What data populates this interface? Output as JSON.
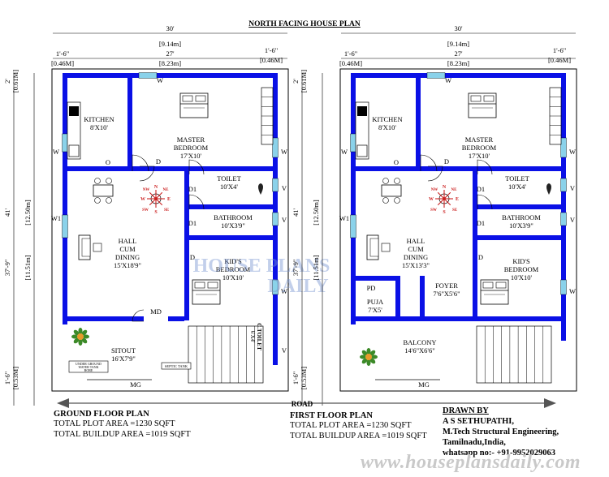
{
  "title": "NORTH FACING HOUSE PLAN",
  "road_label": "ROAD",
  "dimensions": {
    "total_width_ft": "30'",
    "total_width_m": "[9.14m]",
    "inner_width_ft": "27'",
    "inner_width_m": "[8.23m]",
    "side_margin_ft": "1'-6\"",
    "side_margin_m": "[0.46M]",
    "front_margin_ft": "2'",
    "front_margin_m": "[0.61M]",
    "total_depth_ft": "41'",
    "total_depth_m": "[12.50m]",
    "inner_depth_ft": "37'-9\"",
    "inner_depth_m": "[11.51m]",
    "rear_margin_ft": "1'-6\"",
    "rear_margin_m": "[0.53M]"
  },
  "ground_floor": {
    "rooms": [
      {
        "id": "kitchen",
        "name": "KITCHEN",
        "size": "8'X10'"
      },
      {
        "id": "master",
        "name": "MASTER\nBEDROOM",
        "size": "17'X10'"
      },
      {
        "id": "toilet",
        "name": "TOILET",
        "size": "10'X4'"
      },
      {
        "id": "bath",
        "name": "BATHROOM",
        "size": "10'X3'9\""
      },
      {
        "id": "hall",
        "name": "HALL\nCUM\nDINING",
        "size": "15'X18'9\""
      },
      {
        "id": "kids",
        "name": "KID'S\nBEDROOM",
        "size": "10'X10'"
      },
      {
        "id": "sitout",
        "name": "SITOUT",
        "size": "16'X7'9\""
      },
      {
        "id": "ctoilet",
        "name": "C.TOILET",
        "size": "6'X4'"
      }
    ],
    "notes": {
      "water_tank": "UNDER GROUND\nWATER TANK\nBORE",
      "septic": "SEPTIC TANK"
    },
    "marks": {
      "window": "W",
      "window_v": "V",
      "window_w1": "W1",
      "door": "D",
      "door_d1": "D1",
      "door_o": "O",
      "main_door": "MD",
      "main_gate": "MG"
    },
    "label": "GROUND FLOOR PLAN",
    "plot_area": "TOTAL PLOT AREA =1230 SQFT",
    "buildup_area": "TOTAL BUILDUP AREA =1019 SQFT"
  },
  "first_floor": {
    "rooms": [
      {
        "id": "kitchen",
        "name": "KITCHEN",
        "size": "8'X10'"
      },
      {
        "id": "master",
        "name": "MASTER\nBEDROOM",
        "size": "17'X10'"
      },
      {
        "id": "toilet",
        "name": "TOILET",
        "size": "10'X4'"
      },
      {
        "id": "bath",
        "name": "BATHROOM",
        "size": "10'X3'9\""
      },
      {
        "id": "hall",
        "name": "HALL\nCUM\nDINING",
        "size": "15'X13'3\""
      },
      {
        "id": "kids",
        "name": "KID'S\nBEDROOM",
        "size": "10'X10'"
      },
      {
        "id": "puja",
        "name": "PUJA",
        "size": "7'X5'"
      },
      {
        "id": "foyer",
        "name": "FOYER",
        "size": "7'6\"X5'6\""
      },
      {
        "id": "balcony",
        "name": "BALCONY",
        "size": "14'6\"X6'6\""
      }
    ],
    "marks": {
      "pd": "PD"
    },
    "label": "FIRST FLOOR PLAN",
    "plot_area": "TOTAL PLOT AREA =1230 SQFT",
    "buildup_area": "TOTAL BUILDUP AREA =1019 SQFT"
  },
  "compass": {
    "n": "N",
    "s": "S",
    "e": "E",
    "w": "W",
    "ne": "NE",
    "nw": "NW",
    "se": "SE",
    "sw": "SW"
  },
  "credits": {
    "heading": "DRAWN BY",
    "name": "A S SETHUPATHI,",
    "qualification": "M.Tech Structural Engineering,",
    "location": "Tamilnadu,India,",
    "whatsapp": "whatsapp no:- +91-9952029063"
  },
  "watermark": {
    "url": "www.houseplansdaily.com",
    "brand_line1": "HOUSE PLANS",
    "brand_line2": "DAILY"
  },
  "colors": {
    "wall": "#0a10e6",
    "window": "#8ad2ea",
    "line": "#000000",
    "plant": "#3c8a28",
    "flower": "#e89a2a",
    "watermark": "#7a96d2"
  }
}
